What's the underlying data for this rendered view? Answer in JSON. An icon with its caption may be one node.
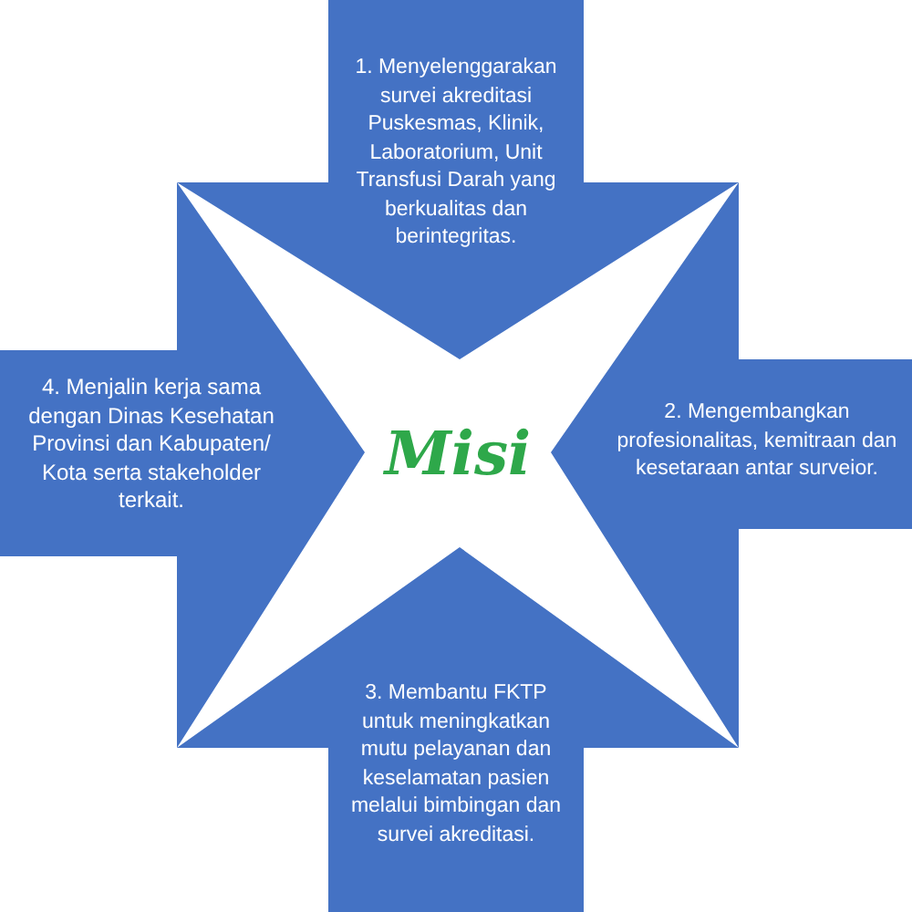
{
  "diagram": {
    "nodes": [
      {
        "text": [
          "1. Menyelenggarakan survei akreditasi Puskesmas, Klinik, Laboratorium, Unit Transfusi Darah yang berkualitas dan berintegritas."
        ]
      },
      {
        "text": [
          "4. Menjalin kerja sama dengan Dinas Kesehatan Provinsi dan Kabupaten/ Kota serta stakeholder terkait."
        ]
      },
      {
        "text": [
          "Misi"
        ]
      },
      {
        "text": [
          "2. Mengembangkan profesionalitas, kemitraan dan kesetaraan antar surveior."
        ]
      },
      {
        "text": [
          "3. Membantu FKTP untuk meningkatkan mutu pelayanan dan keselamatan pasien melalui bimbingan dan survei akreditasi."
        ]
      }
    ]
  }
}
